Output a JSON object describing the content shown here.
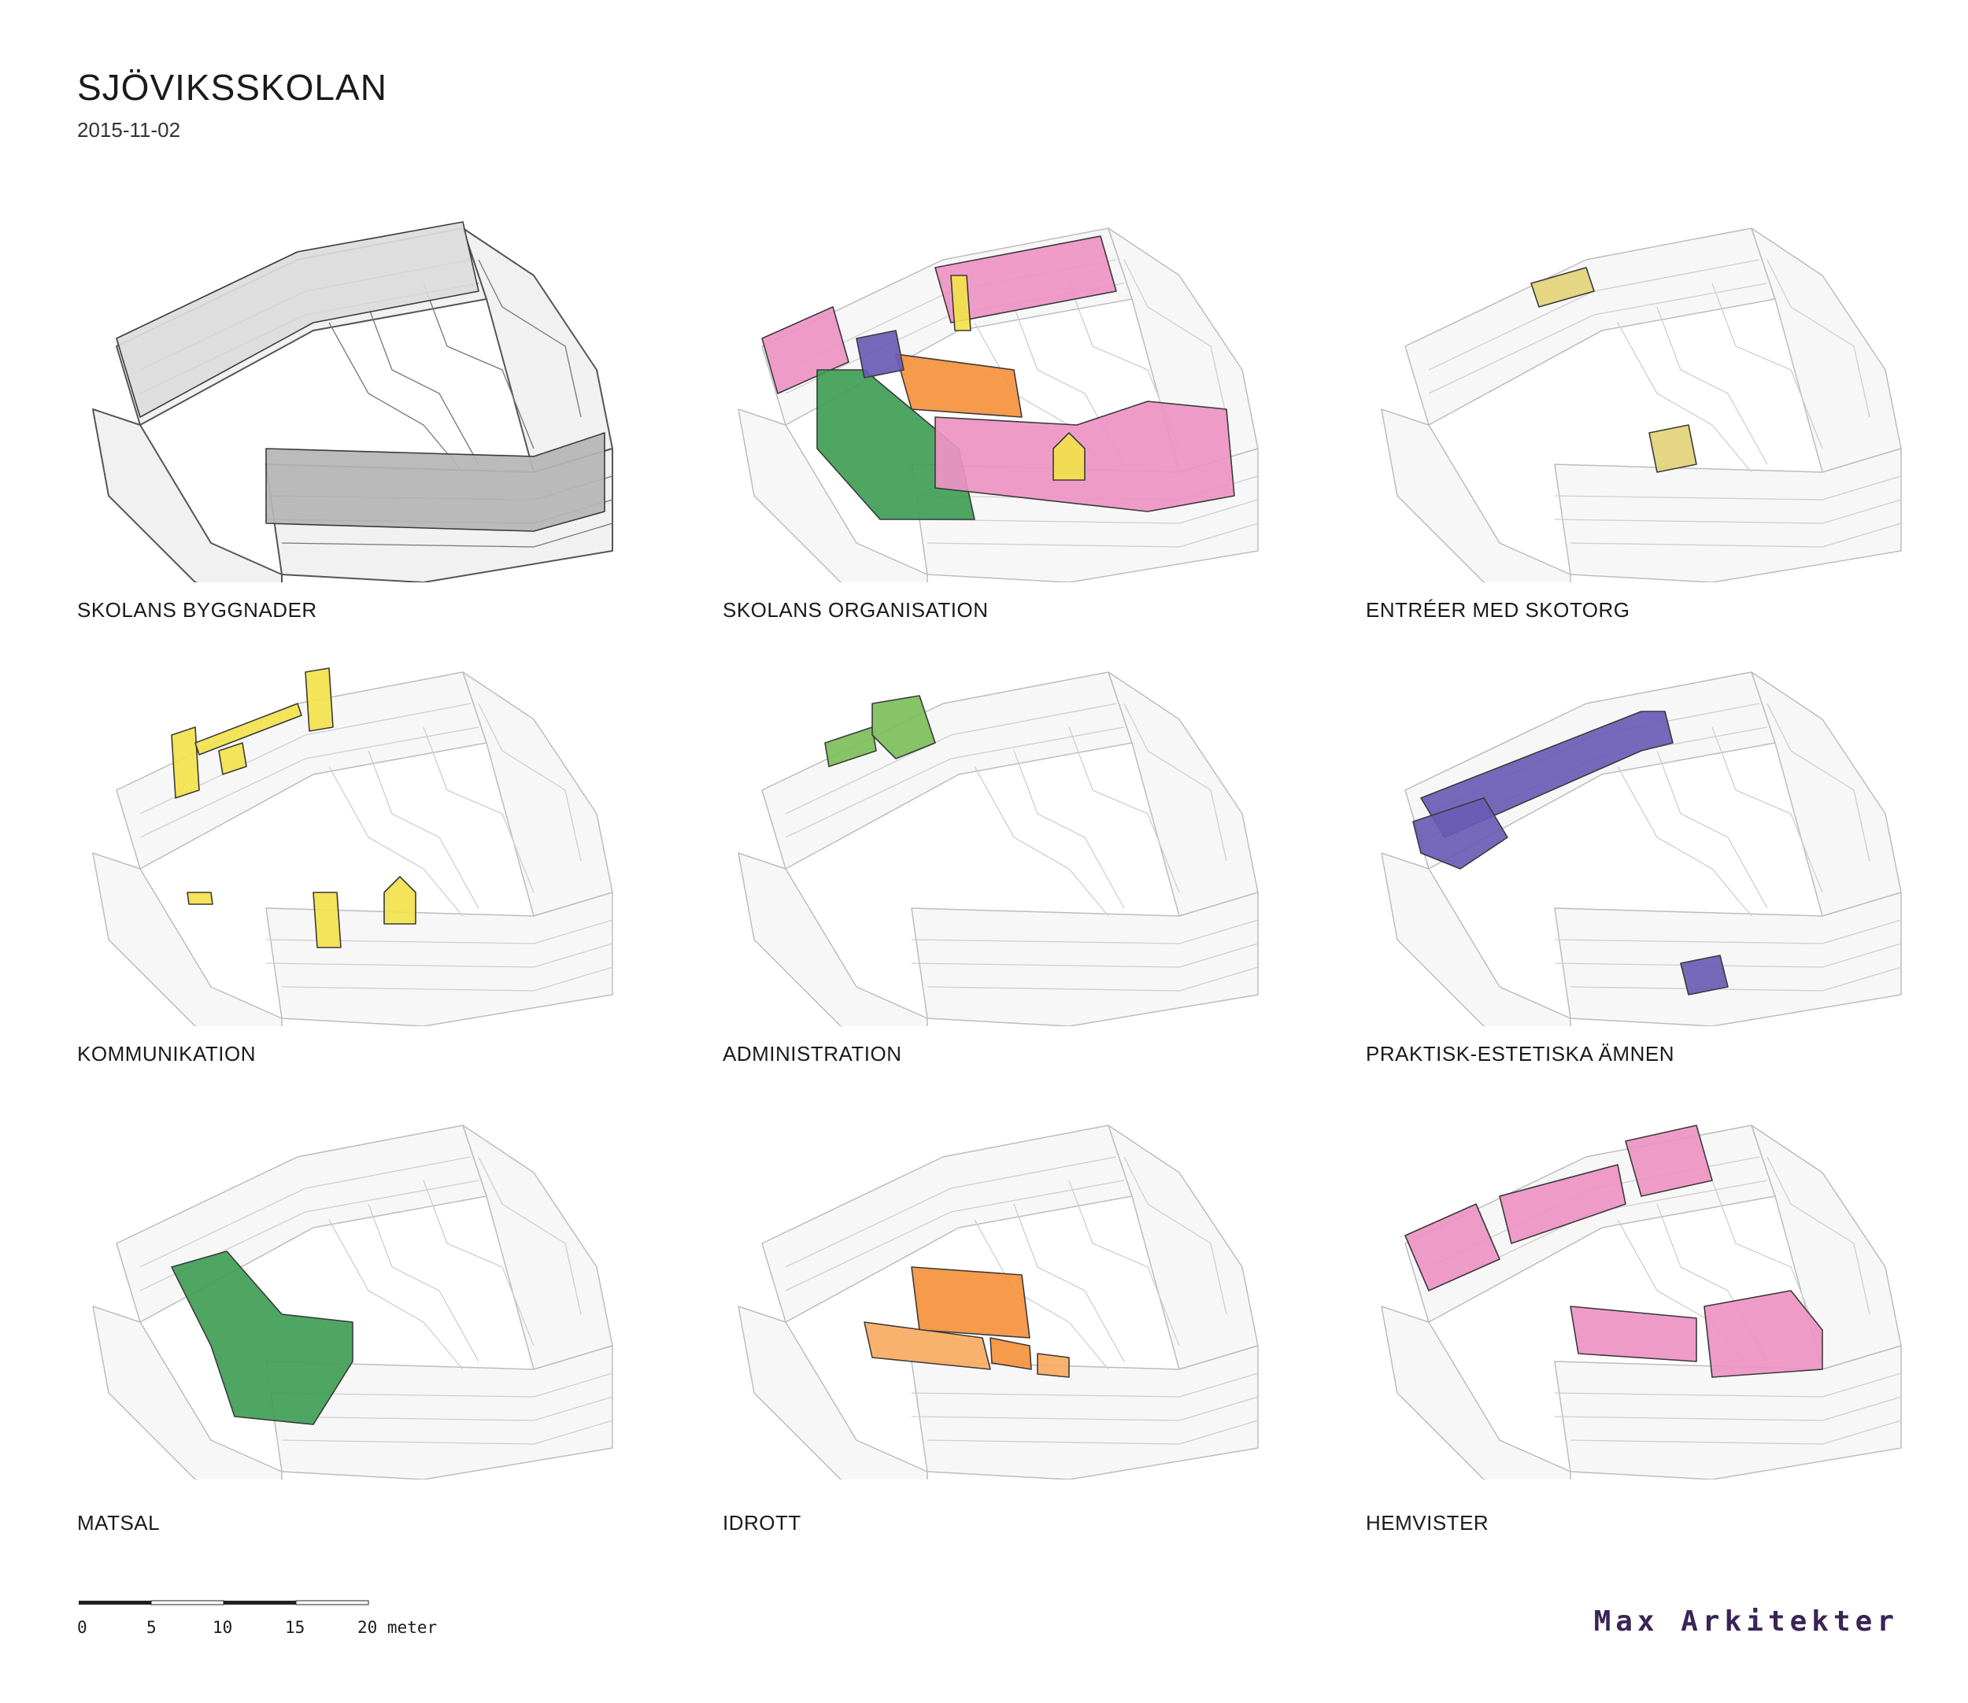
{
  "header": {
    "title": "SJÖVIKSSKOLAN",
    "date": "2015-11-02"
  },
  "panels": [
    {
      "label": "SKOLANS BYGGNADER",
      "highlight": "all-grey",
      "color": "#9e9e9e"
    },
    {
      "label": "SKOLANS ORGANISATION",
      "highlight": "all-colors",
      "color": "#e88cbf"
    },
    {
      "label": "ENTRÉER MED SKOTORG",
      "highlight": "entrances",
      "color": "#e3d27a"
    },
    {
      "label": "KOMMUNIKATION",
      "highlight": "communication",
      "color": "#f2e24c"
    },
    {
      "label": "ADMINISTRATION",
      "highlight": "administration",
      "color": "#7cbf5a"
    },
    {
      "label": "PRAKTISK-ESTETISKA ÄMNEN",
      "highlight": "practical",
      "color": "#6a5cb5"
    },
    {
      "label": "MATSAL",
      "highlight": "dining",
      "color": "#3f9e55"
    },
    {
      "label": "IDROTT",
      "highlight": "sports",
      "color": "#f5913d"
    },
    {
      "label": "HEMVISTER",
      "highlight": "homerooms",
      "color": "#ee93c3"
    }
  ],
  "scalebar": {
    "ticks": [
      "0",
      "5",
      "10",
      "15",
      "20 meter"
    ]
  },
  "brand": "Max Arkitekter"
}
